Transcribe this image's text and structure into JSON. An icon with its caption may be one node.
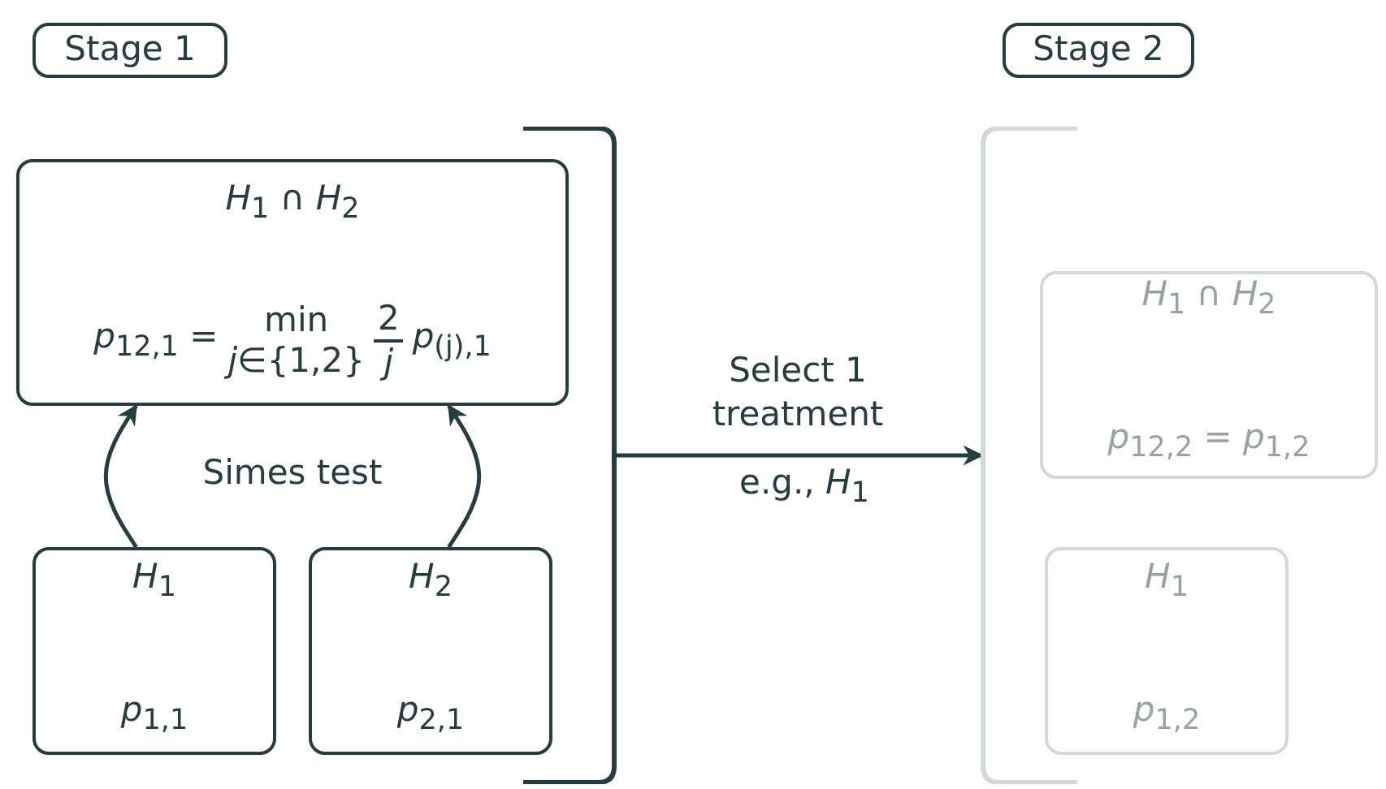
{
  "diagram": {
    "nodes": [
      {
        "text": [
          "Stage 1"
        ]
      },
      {
        "text": [
          "Stage 2"
        ]
      },
      {
        "text": [
          "*H*$_{1}$ ∩ *H*$_{2}$",
          "*p*$_{12,1}$ =",
          "min",
          "*j*∈{1,2}",
          "2",
          "*j*",
          "*p*$_{(j),1}$"
        ]
      },
      {
        "text": [
          "*H*$_{1}$",
          "*p*$_{1,1}$"
        ]
      },
      {
        "text": [
          "*H*$_{2}$",
          "*p*$_{2,1}$"
        ]
      },
      {
        "text": [
          "*H*$_{1}$ ∩ *H*$_{2}$",
          "*p*$_{12,2}$ = *p*$_{1,2}$"
        ]
      },
      {
        "text": [
          "*H*$_{1}$",
          "*p*$_{1,2}$"
        ]
      },
      {
        "text": [],
        "shape": "bracket"
      },
      {
        "text": [],
        "shape": "bracket"
      }
    ],
    "edges": [
      {
        "from": 3,
        "to": 2,
        "arrow": "to"
      },
      {
        "from": 4,
        "to": 2,
        "arrow": "to"
      },
      {
        "from": 7,
        "to": 8,
        "arrow": "to",
        "label": "Select 1 treatment"
      }
    ],
    "labels": [
      "Simes test",
      "e.g., *H*$_{1}$"
    ]
  }
}
